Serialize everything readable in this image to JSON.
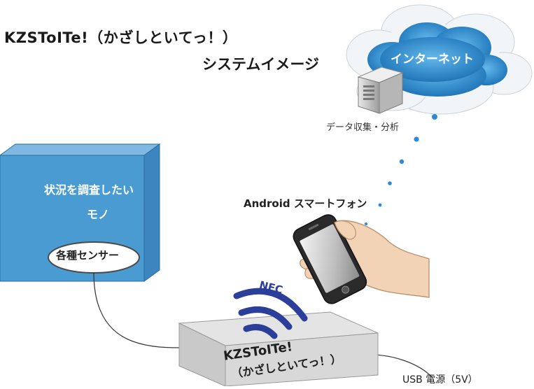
{
  "title": {
    "main": "KZSToITe!（かざしといてっ！）",
    "sub": "システムイメージ"
  },
  "cloud": {
    "label": "インターネット"
  },
  "server": {
    "caption": "データ収集・分析"
  },
  "phone": {
    "label": "Android スマートフォン"
  },
  "nfc": {
    "label": "NFC"
  },
  "target_object": {
    "label_line1": "状況を調査したい",
    "label_line2": "モノ"
  },
  "sensor": {
    "label": "各種センサー"
  },
  "device": {
    "name_line1": "KZSToITe!",
    "name_line2": "（かざしといてっ！）"
  },
  "power": {
    "label": "USB 電源（5V）"
  },
  "colors": {
    "cloud_blue": "#2f86c6",
    "box_blue": "#4a9bd1",
    "nfc_wave_blue": "#2b3f9a",
    "dot_blue": "#2b8bd6",
    "device_gray": "#d8d8d8"
  }
}
